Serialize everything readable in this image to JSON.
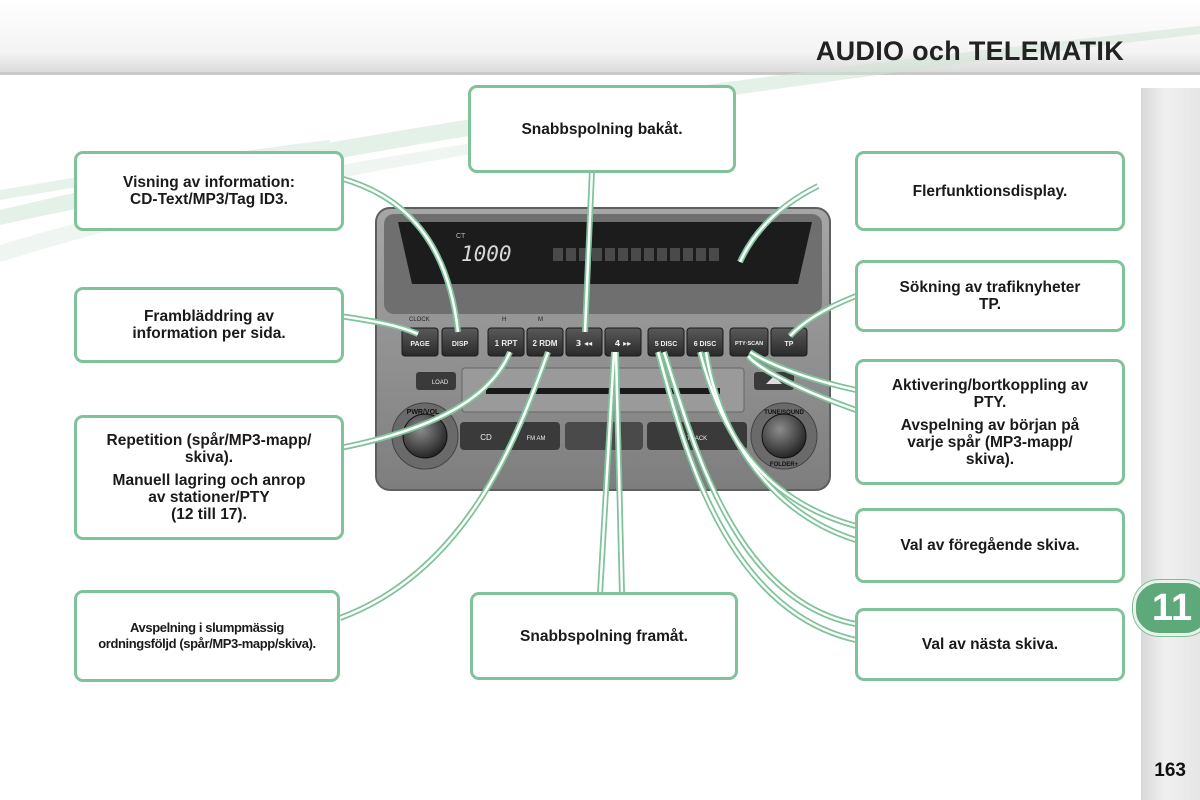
{
  "header": {
    "title": "AUDIO och TELEMATIK"
  },
  "chapter": {
    "number": "11"
  },
  "page": {
    "number": "163"
  },
  "colors": {
    "accent": "#5da97a",
    "callout_border": "#7ec39a",
    "radio_body": "#8a8a8a",
    "display": "#1c1c1c"
  },
  "radio": {
    "clock_label": "CLOCK",
    "time_label": "CT",
    "time_value": "1000",
    "h_label": "H",
    "m_label": "M",
    "buttons": [
      "PAGE",
      "DISP",
      "1 RPT",
      "2 RDM",
      "3 ◂◂",
      "4 ▸▸",
      "5 DISC",
      "6 DISC",
      "PTY·SCAN",
      "TP"
    ],
    "load_label": "LOAD",
    "cd_label": "CD",
    "fm_am_label": "FM AM",
    "track_label": "TRACK",
    "pwr_vol_label": "PWR/VOL",
    "tune_sound_label": "TUNE/SOUND",
    "folder_label": "FOLDER+"
  },
  "callouts": {
    "visning": [
      "Visning av information:",
      "CD-Text/MP3/Tag ID3."
    ],
    "bladdring": [
      "Frambläddring av",
      "information per sida."
    ],
    "repetition_a": [
      "Repetition (spår/MP3-mapp/",
      "skiva)."
    ],
    "repetition_b": [
      "Manuell lagring och anrop",
      "av stationer/PTY",
      "(12 till 17)."
    ],
    "slump": [
      "Avspelning i slumpmässig",
      "ordningsföljd (spår/MP3-mapp/skiva)."
    ],
    "bakat": "Snabbspolning bakåt.",
    "framat": "Snabbspolning framåt.",
    "display": "Flerfunktionsdisplay.",
    "tp": [
      "Sökning av trafiknyheter",
      "TP."
    ],
    "pty_a": [
      "Aktivering/bortkoppling av",
      "PTY."
    ],
    "pty_b": [
      "Avspelning av början på",
      "varje spår (MP3-mapp/",
      "skiva)."
    ],
    "foregaende": "Val av föregående skiva.",
    "nasta": "Val av nästa skiva."
  }
}
